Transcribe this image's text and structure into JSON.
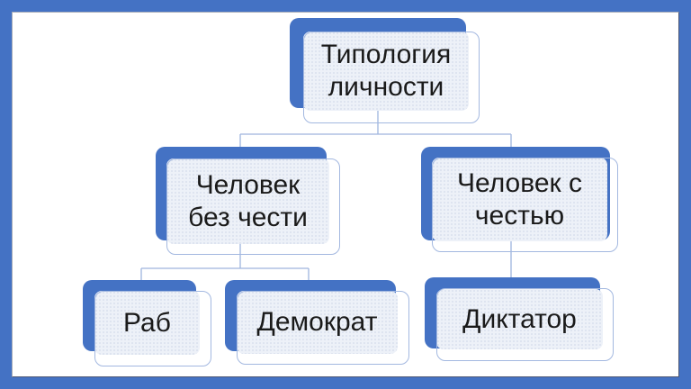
{
  "slide": {
    "background": "#FFFFFF"
  },
  "frame": {
    "color": "#4472C4"
  },
  "colors": {
    "accent_blue": "#4472C4",
    "card_fill": "#EDF1F8",
    "card_border": "#A3B8E0",
    "connector": "#9FB5DE",
    "text": "#1A1A1A"
  },
  "diagram": {
    "type": "hierarchy",
    "nodes": {
      "root": {
        "label": "Типология личности",
        "line1": "Типология",
        "line2": "личности"
      },
      "no_honor": {
        "label": "Человек без чести",
        "line1": "Человек",
        "line2": "без чести"
      },
      "with_honor": {
        "label": "Человек с честью",
        "line1": "Человек с",
        "line2": "честью"
      },
      "slave": {
        "label": "Раб",
        "line1": "Раб"
      },
      "democrat": {
        "label": "Демократ",
        "line1": "Демократ"
      },
      "dictator": {
        "label": "Диктатор",
        "line1": "Диктатор"
      }
    },
    "edges": [
      {
        "from": "Типология личности",
        "to": "Человек без чести"
      },
      {
        "from": "Типология личности",
        "to": "Человек с честью"
      },
      {
        "from": "Человек без чести",
        "to": "Раб"
      },
      {
        "from": "Человек без чести",
        "to": "Демократ"
      },
      {
        "from": "Человек с честью",
        "to": "Диктатор"
      }
    ]
  }
}
